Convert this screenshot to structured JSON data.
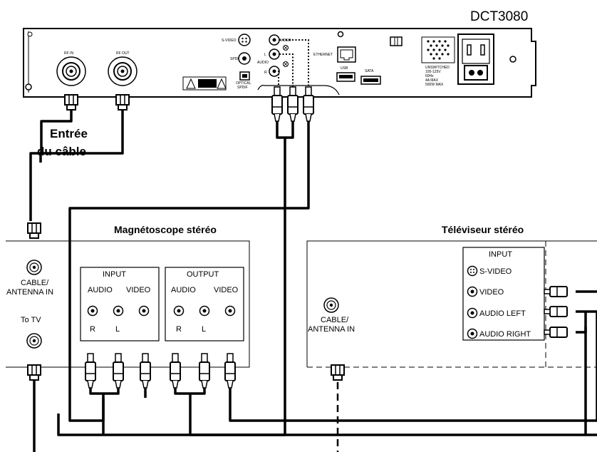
{
  "diagram": {
    "model": "DCT3080",
    "cable_in_line1": "Entrée",
    "cable_in_line2": "du câble",
    "vcr": {
      "title": "Magnétoscope stéréo",
      "cable_line1": "CABLE/",
      "cable_line2": "ANTENNA IN",
      "to_tv": "To TV",
      "input_title": "INPUT",
      "output_title": "OUTPUT",
      "audio": "AUDIO",
      "video": "VIDEO",
      "r": "R",
      "l": "L"
    },
    "tv": {
      "title": "Téléviseur stéréo",
      "cable_line1": "CABLE/",
      "cable_line2": "ANTENNA IN",
      "input_title": "INPUT",
      "svideo": "S-VIDEO",
      "video": "VIDEO",
      "audio_left": "AUDIO LEFT",
      "audio_right": "AUDIO RIGHT"
    },
    "stb": {
      "rf_in": "RF IN",
      "rf_out": "RF OUT",
      "s_video": "S-VIDEO",
      "video": "VIDEO",
      "spdif": "SPDIF",
      "l": "L",
      "audio": "AUDIO",
      "r": "R",
      "optical_1": "OPTICAL",
      "optical_2": "SPDIF",
      "ethernet": "ETHERNET",
      "usb": "USB",
      "sata": "SATA",
      "power_1": "UNSWITCHED",
      "power_2": "105-125V",
      "power_3": "60Hz",
      "power_4": "4A MAX",
      "power_5": "500W MAX"
    }
  }
}
